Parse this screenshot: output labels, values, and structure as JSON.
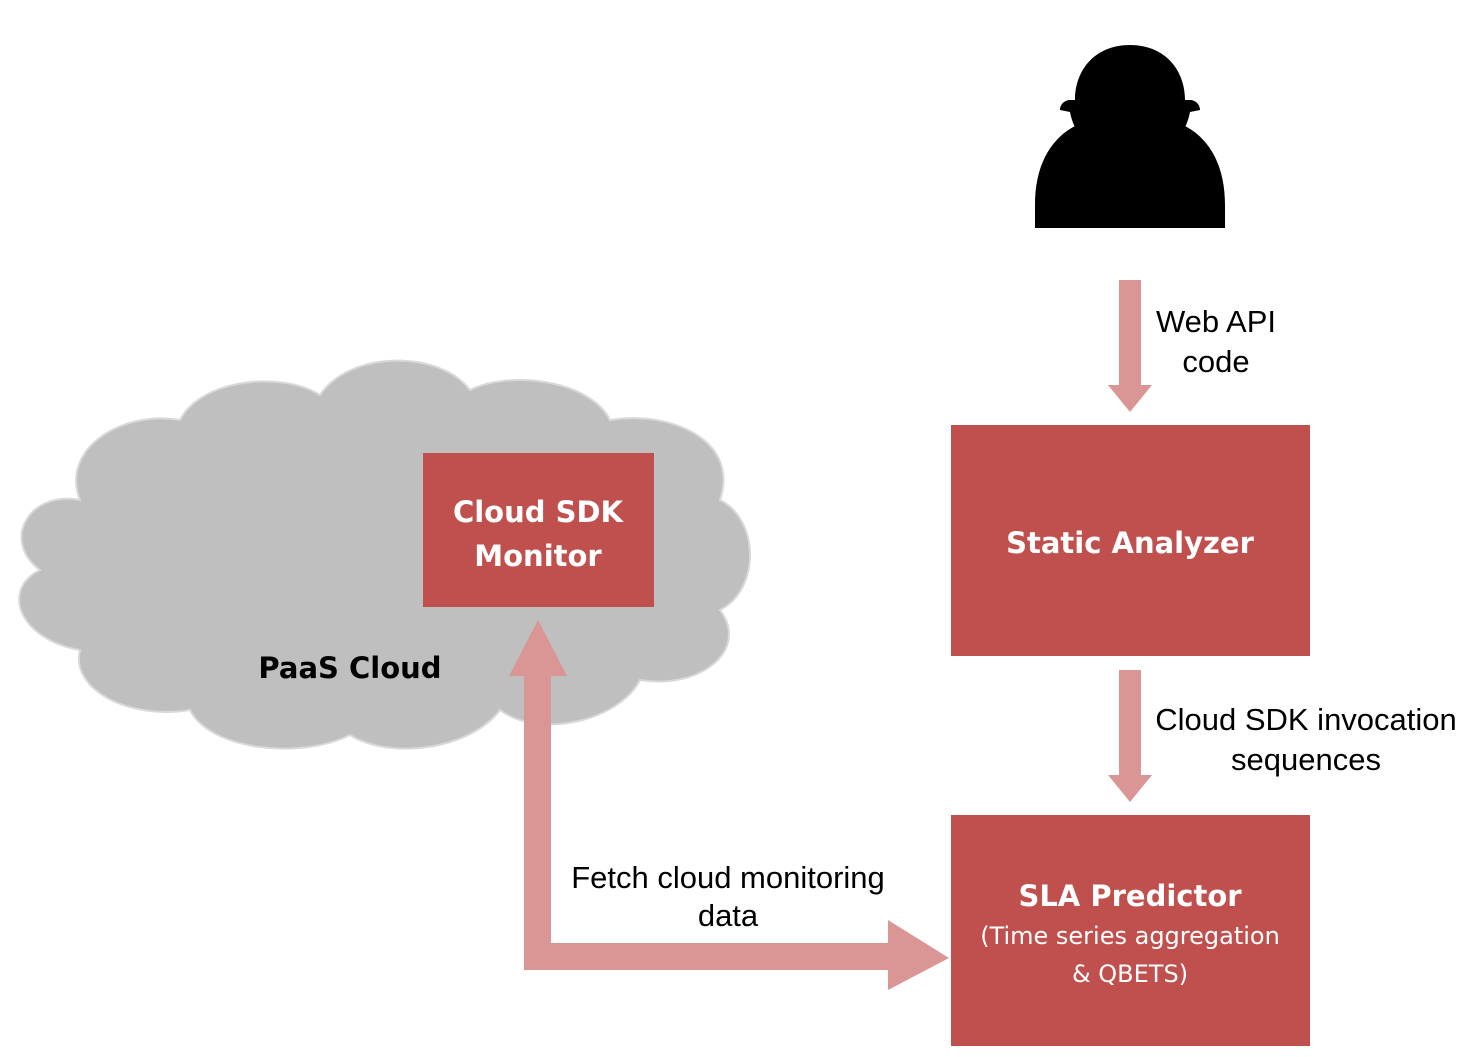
{
  "colors": {
    "box_fill": "#c0504d",
    "arrow_fill": "#d99694",
    "cloud_fill": "#bfbfbf",
    "cloud_stroke": "#d9d9d9",
    "user_fill": "#000000"
  },
  "icons": {
    "user": "user-silhouette-icon",
    "cloud": "cloud-shape"
  },
  "cloud": {
    "label": "PaaS Cloud"
  },
  "nodes": {
    "cloud_sdk_monitor": {
      "line1": "Cloud SDK",
      "line2": "Monitor"
    },
    "static_analyzer": {
      "title": "Static Analyzer"
    },
    "sla_predictor": {
      "title": "SLA Predictor",
      "sub1": "(Time series aggregation",
      "sub2": "& QBETS)"
    }
  },
  "edges": {
    "user_to_analyzer": {
      "line1": "Web API",
      "line2": "code"
    },
    "analyzer_to_predictor": {
      "line1": "Cloud SDK invocation",
      "line2": "sequences"
    },
    "monitor_predictor": {
      "line1": "Fetch cloud monitoring",
      "line2": "data"
    }
  }
}
